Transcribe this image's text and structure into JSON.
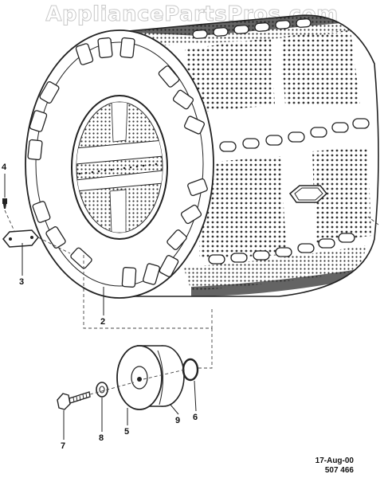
{
  "watermark": "AppliancePartsPros.com",
  "callouts": {
    "c2": "2",
    "c3": "3",
    "c4": "4",
    "c5": "5",
    "c6": "6",
    "c7": "7",
    "c8": "8",
    "c9": "9"
  },
  "stamp": {
    "date": "17-Aug-00",
    "number": "507 466"
  }
}
